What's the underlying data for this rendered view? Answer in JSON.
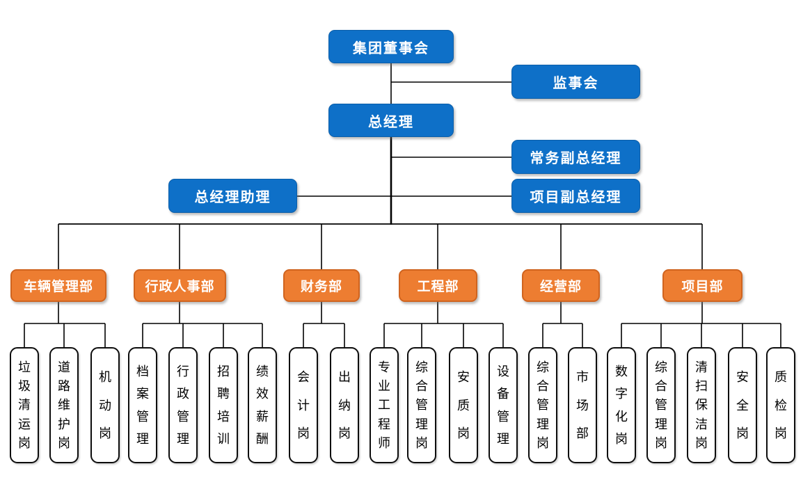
{
  "diagram": {
    "type": "org-chart",
    "colors": {
      "executive_fill": "#0E70C8",
      "department_fill": "#ED7D31",
      "position_fill": "#FFFFFF",
      "connector_line": "#000000",
      "executive_text": "#FFFFFF",
      "department_text": "#FFFFFF",
      "position_text": "#000000"
    },
    "executives": {
      "board": "集团董事会",
      "supervisory": "监事会",
      "gm": "总经理",
      "exec_deputy_gm": "常务副总经理",
      "gm_assistant": "总经理助理",
      "project_deputy_gm": "项目副总经理"
    },
    "departments": [
      {
        "label": "车辆管理部",
        "positions": [
          "垃圾清运岗",
          "道路维护岗",
          "机动岗"
        ]
      },
      {
        "label": "行政人事部",
        "positions": [
          "档案管理",
          "行政管理",
          "招聘培训",
          "绩效薪酬"
        ]
      },
      {
        "label": "财务部",
        "positions": [
          "会计岗",
          "出纳岗"
        ]
      },
      {
        "label": "工程部",
        "positions": [
          "专业工程师",
          "综合管理岗",
          "安质岗",
          "设备管理"
        ]
      },
      {
        "label": "经营部",
        "positions": [
          "综合管理岗",
          "市场部"
        ]
      },
      {
        "label": "项目部",
        "positions": [
          "数字化岗",
          "综合管理岗",
          "清扫保洁岗",
          "安全岗",
          "质检岗"
        ]
      }
    ]
  }
}
